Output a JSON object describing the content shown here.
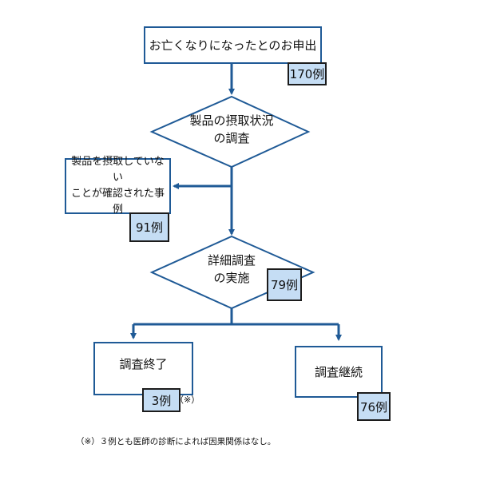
{
  "nodes": {
    "start": {
      "label": "お亡くなりになったとのお申出",
      "count": "170例"
    },
    "intake_check": {
      "line1": "製品の摂取状況",
      "line2": "の調査"
    },
    "not_ingested": {
      "line1": "製品を摂取していない",
      "line2": "ことが確認された事例",
      "count": "91例"
    },
    "detail": {
      "line1": "詳細調査",
      "line2": "の実施",
      "count": "79例"
    },
    "ended": {
      "label": "調査終了",
      "count": "3例",
      "mark": "（※）"
    },
    "continuing": {
      "label": "調査継続",
      "count": "76例"
    }
  },
  "footnote": "（※）３例とも医師の診断によれば因果関係はなし。",
  "colors": {
    "line": "#1f5a96",
    "count_fill": "#c5ddf4",
    "count_border": "#1c1c1c"
  }
}
